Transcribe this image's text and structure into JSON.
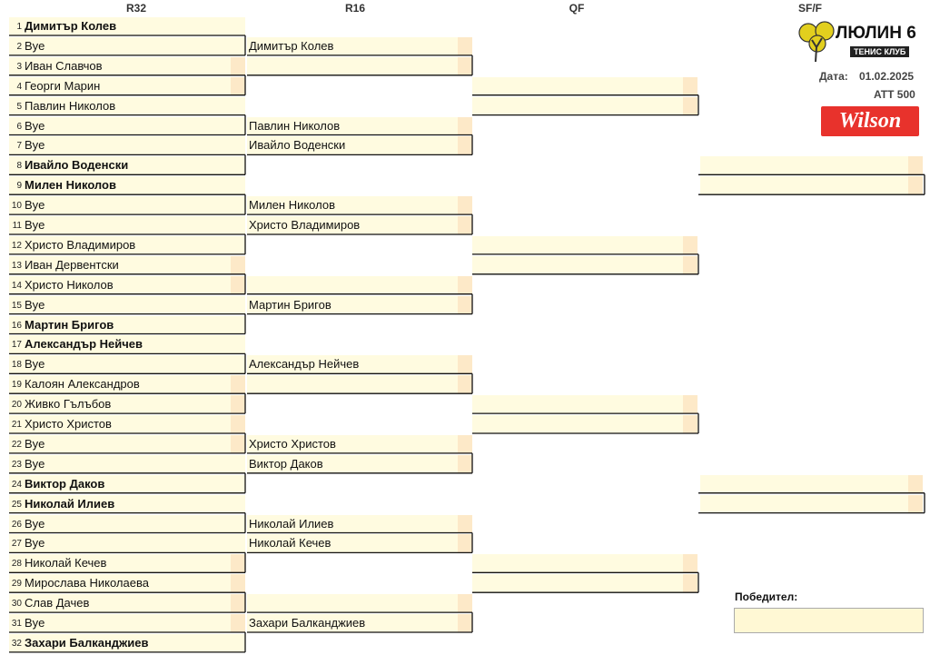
{
  "rounds": [
    "R32",
    "R16",
    "QF",
    "SF/F"
  ],
  "club": {
    "name": "ЛЮЛИН 6",
    "subtitle": "ТЕНИС КЛУБ"
  },
  "info": {
    "date_label": "Дата:",
    "date_value": "01.02.2025",
    "category": "ATT 500"
  },
  "sponsor": "Wilson",
  "winner_label": "Победител:",
  "r32": [
    {
      "n": "1",
      "name": "Димитър Колев",
      "bold": true
    },
    {
      "n": "2",
      "name": "Bye",
      "bold": false
    },
    {
      "n": "3",
      "name": "Иван Славчов",
      "bold": false
    },
    {
      "n": "4",
      "name": "Георги Марин",
      "bold": false
    },
    {
      "n": "5",
      "name": "Павлин Николов",
      "bold": false
    },
    {
      "n": "6",
      "name": "Bye",
      "bold": false
    },
    {
      "n": "7",
      "name": "Bye",
      "bold": false
    },
    {
      "n": "8",
      "name": "Ивайло Воденски",
      "bold": true
    },
    {
      "n": "9",
      "name": "Милен Николов",
      "bold": true
    },
    {
      "n": "10",
      "name": "Bye",
      "bold": false
    },
    {
      "n": "11",
      "name": "Bye",
      "bold": false
    },
    {
      "n": "12",
      "name": "Христо Владимиров",
      "bold": false
    },
    {
      "n": "13",
      "name": "Иван Дервентски",
      "bold": false
    },
    {
      "n": "14",
      "name": "Христо Николов",
      "bold": false
    },
    {
      "n": "15",
      "name": "Bye",
      "bold": false
    },
    {
      "n": "16",
      "name": "Мартин Бригов",
      "bold": true
    },
    {
      "n": "17",
      "name": "Александър Нейчев",
      "bold": true
    },
    {
      "n": "18",
      "name": "Bye",
      "bold": false
    },
    {
      "n": "19",
      "name": "Калоян Александров",
      "bold": false
    },
    {
      "n": "20",
      "name": "Живко Гълъбов",
      "bold": false
    },
    {
      "n": "21",
      "name": "Христо Христов",
      "bold": false
    },
    {
      "n": "22",
      "name": "Bye",
      "bold": false
    },
    {
      "n": "23",
      "name": "Bye",
      "bold": false
    },
    {
      "n": "24",
      "name": "Виктор Даков",
      "bold": true
    },
    {
      "n": "25",
      "name": "Николай Илиев",
      "bold": true
    },
    {
      "n": "26",
      "name": "Bye",
      "bold": false
    },
    {
      "n": "27",
      "name": "Bye",
      "bold": false
    },
    {
      "n": "28",
      "name": "Николай Кечев",
      "bold": false
    },
    {
      "n": "29",
      "name": "Мирослава Николаева",
      "bold": false
    },
    {
      "n": "30",
      "name": "Слав Дачев",
      "bold": false
    },
    {
      "n": "31",
      "name": "Bye",
      "bold": false
    },
    {
      "n": "32",
      "name": "Захари Балканджиев",
      "bold": true
    }
  ],
  "r16": [
    "Димитър Колев",
    "",
    "Павлин Николов",
    "Ивайло Воденски",
    "Милен Николов",
    "Христо Владимиров",
    "",
    "Мартин Бригов",
    "Александър Нейчев",
    "",
    "Христо Христов",
    "Виктор Даков",
    "Николай Илиев",
    "Николай Кечев",
    "",
    "Захари Балканджиев"
  ],
  "qf": [
    "",
    "",
    "",
    "",
    "",
    "",
    "",
    ""
  ],
  "sf": [
    "",
    "",
    "",
    ""
  ],
  "winner": ""
}
